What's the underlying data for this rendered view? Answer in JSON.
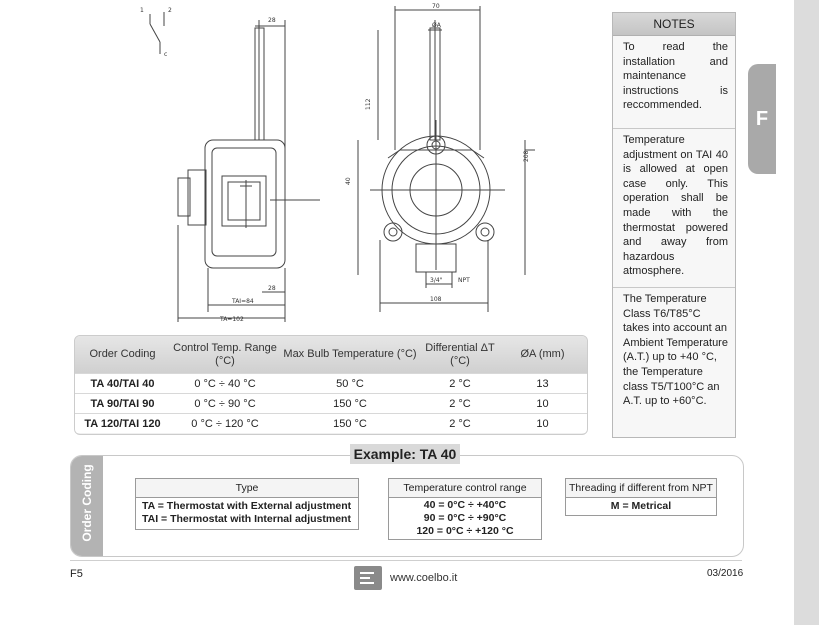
{
  "tab": {
    "letter": "F"
  },
  "drawing": {
    "switch": {
      "pin1": "1",
      "pin2": "2",
      "pin_c": "c"
    },
    "dims_side": {
      "d28_top": "28",
      "d28_bottom": "28",
      "tai": "TAI=84",
      "ta": "TA=102"
    },
    "dims_front": {
      "d70": "70",
      "dA": "ØA",
      "d112": "112",
      "d40": "40",
      "d208": "208",
      "d108": "108",
      "thread": "3/4\"",
      "npt": "NPT"
    }
  },
  "notes": {
    "title": "NOTES",
    "items": [
      "To read the installation and maintenance instructions is reccommended.",
      "Temperature adjustment on TAI 40 is allowed at open case only. This operation shall be made with the thermostat powered and away from hazardous atmosphere.",
      "The Temperature Class T6/T85°C takes into account an Ambient Temperature (A.T.) up to +40 °C, the Temperature class T5/T100°C an A.T. up to +60°C."
    ]
  },
  "spec_table": {
    "headers": [
      "Order Coding",
      "Control Temp. Range (°C)",
      "Max Bulb Temperature (°C)",
      "Differential ΔT (°C)",
      "ØA (mm)"
    ],
    "rows": [
      [
        "TA 40/TAI 40",
        "0 °C ÷ 40 °C",
        "50 °C",
        "2 °C",
        "13"
      ],
      [
        "TA 90/TAI 90",
        "0 °C ÷ 90 °C",
        "150 °C",
        "2 °C",
        "10"
      ],
      [
        "TA 120/TAI 120",
        "0 °C ÷ 120 °C",
        "150 °C",
        "2 °C",
        "10"
      ]
    ]
  },
  "order_coding": {
    "side_label": "Order Coding",
    "example": "Example: TA 40",
    "type": {
      "title": "Type",
      "rows": [
        "TA = Thermostat with External adjustment",
        "TAI =  Thermostat with Internal adjustment"
      ]
    },
    "range": {
      "title": "Temperature control range",
      "rows": [
        "40 = 0°C ÷ +40°C",
        "90 = 0°C ÷ +90°C",
        "120 = 0°C ÷ +120 °C"
      ]
    },
    "thread": {
      "title": "Threading if different from NPT",
      "rows": [
        "M = Metrical"
      ]
    }
  },
  "footer": {
    "page": "F5",
    "website": "www.coelbo.it",
    "date": "03/2016"
  }
}
